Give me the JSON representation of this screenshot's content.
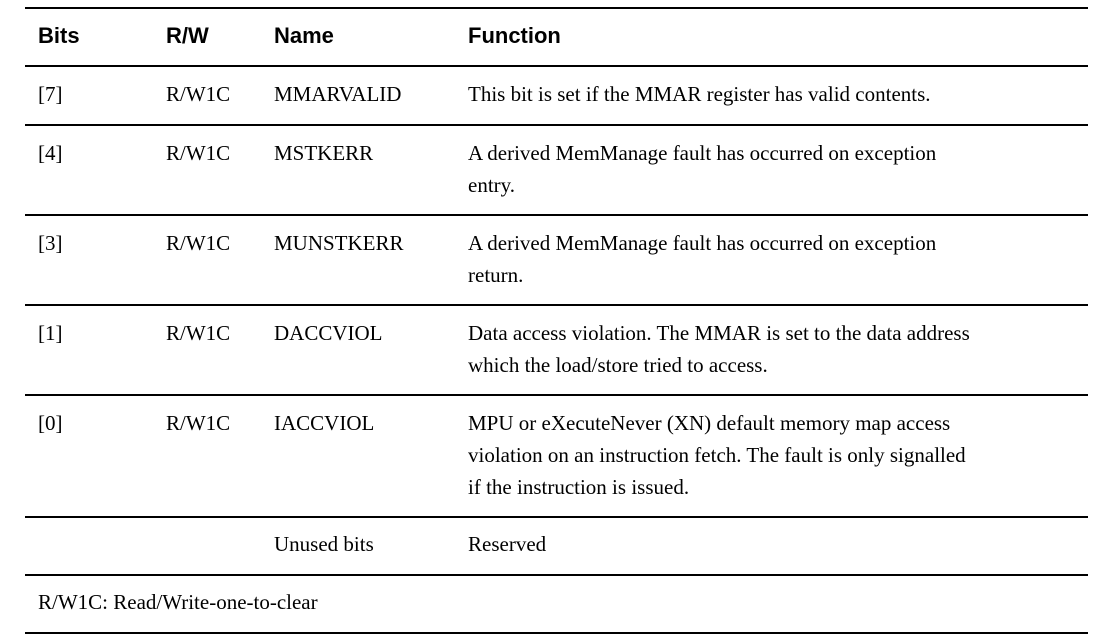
{
  "table": {
    "columns": [
      {
        "key": "bits",
        "label": "Bits"
      },
      {
        "key": "rw",
        "label": "R/W"
      },
      {
        "key": "name",
        "label": "Name"
      },
      {
        "key": "function",
        "label": "Function"
      }
    ],
    "rows": [
      {
        "bits": "[7]",
        "rw": "R/W1C",
        "name": "MMARVALID",
        "function_lines": [
          "This bit is set if the MMAR register has valid contents."
        ],
        "function": "This bit is set if the MMAR register has valid contents."
      },
      {
        "bits": "[4]",
        "rw": "R/W1C",
        "name": "MSTKERR",
        "function_lines": [
          "A derived MemManage fault has occurred on exception",
          "entry."
        ],
        "function": "A derived MemManage fault has occurred on exception entry."
      },
      {
        "bits": "[3]",
        "rw": "R/W1C",
        "name": "MUNSTKERR",
        "function_lines": [
          "A derived MemManage fault has occurred on exception",
          "return."
        ],
        "function": "A derived MemManage fault has occurred on exception return."
      },
      {
        "bits": "[1]",
        "rw": "R/W1C",
        "name": "DACCVIOL",
        "function_lines": [
          "Data access violation. The MMAR is set to the data address",
          "which the load/store tried to access."
        ],
        "function": "Data access violation. The MMAR is set to the data address which the load/store tried to access."
      },
      {
        "bits": "[0]",
        "rw": "R/W1C",
        "name": "IACCVIOL",
        "function_lines": [
          "MPU or eXecuteNever (XN) default memory map access",
          "violation on an instruction fetch. The fault is only signalled",
          "if the instruction is issued."
        ],
        "function": "MPU or eXecuteNever (XN) default memory map access violation on an instruction fetch. The fault is only signalled if the instruction is issued."
      },
      {
        "bits": "",
        "rw": "",
        "name": "Unused bits",
        "function_lines": [
          "Reserved"
        ],
        "function": "Reserved"
      }
    ],
    "footnote": "R/W1C: Read/Write-one-to-clear"
  },
  "colors": {
    "text": "#000000",
    "rule": "#000000",
    "background": "#ffffff"
  }
}
